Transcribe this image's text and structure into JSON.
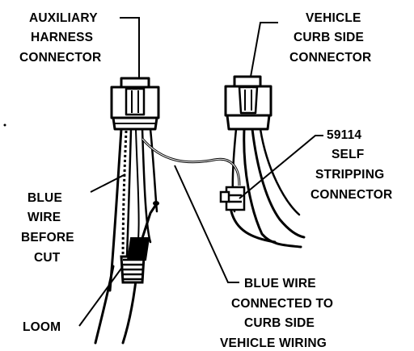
{
  "labels": {
    "aux_connector": [
      "AUXILIARY",
      "HARNESS",
      "CONNECTOR"
    ],
    "curb_connector": [
      "VEHICLE",
      "CURB SIDE",
      "CONNECTOR"
    ],
    "stripping_connector": [
      "59114",
      "SELF",
      "STRIPPING",
      "CONNECTOR"
    ],
    "blue_wire_before_cut": [
      "BLUE",
      "WIRE",
      "BEFORE",
      "CUT"
    ],
    "loom": [
      "LOOM"
    ],
    "blue_wire_connected": [
      "BLUE WIRE",
      "CONNECTED TO",
      "CURB SIDE",
      "VEHICLE WIRING"
    ]
  },
  "colors": {
    "ink": "#000000",
    "background": "#ffffff",
    "connector_fill": "#ffffff"
  }
}
